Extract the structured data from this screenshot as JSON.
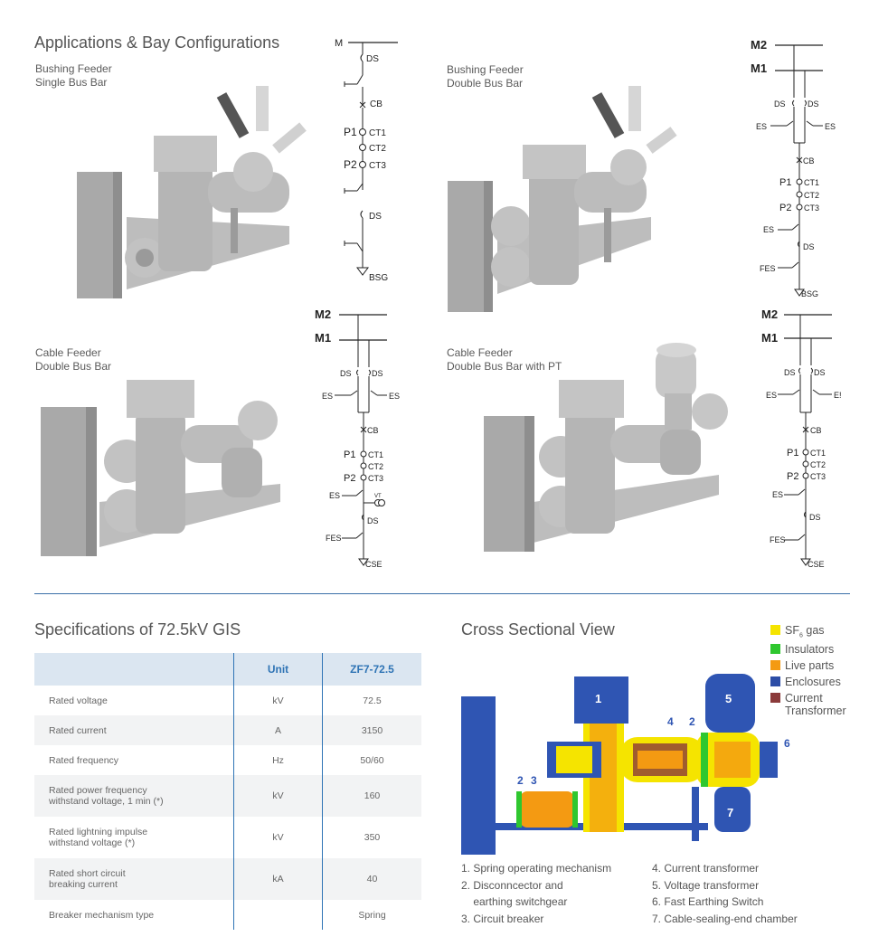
{
  "section1": {
    "title": "Applications & Bay Configurations"
  },
  "bays": [
    {
      "line1": "Bushing Feeder",
      "line2": "Single Bus Bar"
    },
    {
      "line1": "Bushing Feeder",
      "line2": "Double Bus Bar"
    },
    {
      "line1": "Cable Feeder",
      "line2": "Double Bus Bar"
    },
    {
      "line1": "Cable Feeder",
      "line2": "Double Bus Bar with PT"
    }
  ],
  "sld1": {
    "m": "M",
    "ds": "DS",
    "cb": "CB",
    "p1": "P1",
    "p2": "P2",
    "ct1": "CT1",
    "ct2": "CT2",
    "ct3": "CT3",
    "ds2": "DS",
    "bsg": "BSG"
  },
  "sld2": {
    "m2": "M2",
    "m1": "M1",
    "ds": "DS",
    "es": "ES",
    "cb": "CB",
    "p1": "P1",
    "p2": "P2",
    "ct1": "CT1",
    "ct2": "CT2",
    "ct3": "CT3",
    "es2": "ES",
    "ds2": "DS",
    "fes": "FES",
    "bsg": "BSG"
  },
  "sld3": {
    "m2": "M2",
    "m1": "M1",
    "ds": "DS",
    "es": "ES",
    "cb": "CB",
    "p1": "P1",
    "p2": "P2",
    "ct1": "CT1",
    "ct2": "CT2",
    "ct3": "CT3",
    "es2": "ES",
    "vt": "VT",
    "ds2": "DS",
    "fes": "FES",
    "cse": "CSE"
  },
  "sld4": {
    "m2": "M2",
    "m1": "M1",
    "ds": "DS",
    "es": "ES",
    "es_right": "E!",
    "cb": "CB",
    "p1": "P1",
    "p2": "P2",
    "ct1": "CT1",
    "ct2": "CT2",
    "ct3": "CT3",
    "es2": "ES",
    "ds2": "DS",
    "fes": "FES",
    "cse": "CSE"
  },
  "spec": {
    "title": "Specifications of 72.5kV GIS",
    "headers": [
      "",
      "Unit",
      "ZF7-72.5"
    ],
    "rows": [
      {
        "name1": "Rated voltage",
        "name2": "",
        "unit": "kV",
        "value": "72.5"
      },
      {
        "name1": "Rated current",
        "name2": "",
        "unit": "A",
        "value": "3150"
      },
      {
        "name1": "Rated frequency",
        "name2": "",
        "unit": "Hz",
        "value": "50/60"
      },
      {
        "name1": "Rated power frequency",
        "name2": "withstand voltage, 1 min (*)",
        "unit": "kV",
        "value": "160"
      },
      {
        "name1": "Rated lightning impulse",
        "name2": "withstand voltage (*)",
        "unit": "kV",
        "value": "350"
      },
      {
        "name1": "Rated short circuit",
        "name2": "breaking current",
        "unit": "kA",
        "value": "40"
      },
      {
        "name1": "Breaker mechanism type",
        "name2": "",
        "unit": "",
        "value": "Spring"
      }
    ]
  },
  "cross": {
    "title": "Cross Sectional View",
    "legend": [
      {
        "label": "SF",
        "sub": "6",
        "suffix": " gas",
        "color": "#f5e400"
      },
      {
        "label": "Insulators",
        "color": "#2fc72f"
      },
      {
        "label": "Live parts",
        "color": "#f49a12"
      },
      {
        "label": "Enclosures",
        "color": "#2c4da6"
      },
      {
        "label": "Current",
        "label2": "Transformer",
        "color": "#8b3a3a"
      }
    ],
    "callouts": [
      "1",
      "2",
      "3",
      "4",
      "2",
      "5",
      "6",
      "7"
    ],
    "notes_left": [
      "1. Spring operating mechanism",
      "2. Disconncector and",
      "    earthing switchgear",
      "3. Circuit breaker"
    ],
    "notes_right": [
      "4. Current transformer",
      "5. Voltage transformer",
      "6. Fast Earthing Switch",
      "7. Cable-sealing-end chamber"
    ]
  }
}
